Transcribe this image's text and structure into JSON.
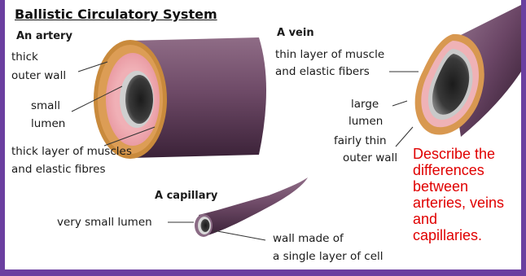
{
  "page": {
    "title": "Ballistic Circulatory System"
  },
  "artery": {
    "heading": "An artery",
    "outer_wall": [
      "thick",
      "outer wall"
    ],
    "lumen": [
      "small",
      "lumen"
    ],
    "muscle": [
      "thick layer of muscles",
      "and elastic fibres"
    ]
  },
  "vein": {
    "heading": "A vein",
    "muscle": [
      "thin layer of muscle",
      "and elastic fibers"
    ],
    "lumen": [
      "large",
      "lumen"
    ],
    "outer_wall": [
      "fairly thin",
      "outer wall"
    ]
  },
  "capillary": {
    "heading": "A capillary",
    "lumen": "very small lumen",
    "wall": [
      "wall made of",
      "a single layer of cell"
    ]
  },
  "task": {
    "lines": [
      "Describe the",
      "differences",
      "between",
      "arteries, veins",
      "and",
      "capillaries."
    ]
  },
  "colors": {
    "frame": "#6b3fa0",
    "prompt_text": "#e00000",
    "outer_wall": "#d89850",
    "muscle_layer": "#efb2b6"
  }
}
